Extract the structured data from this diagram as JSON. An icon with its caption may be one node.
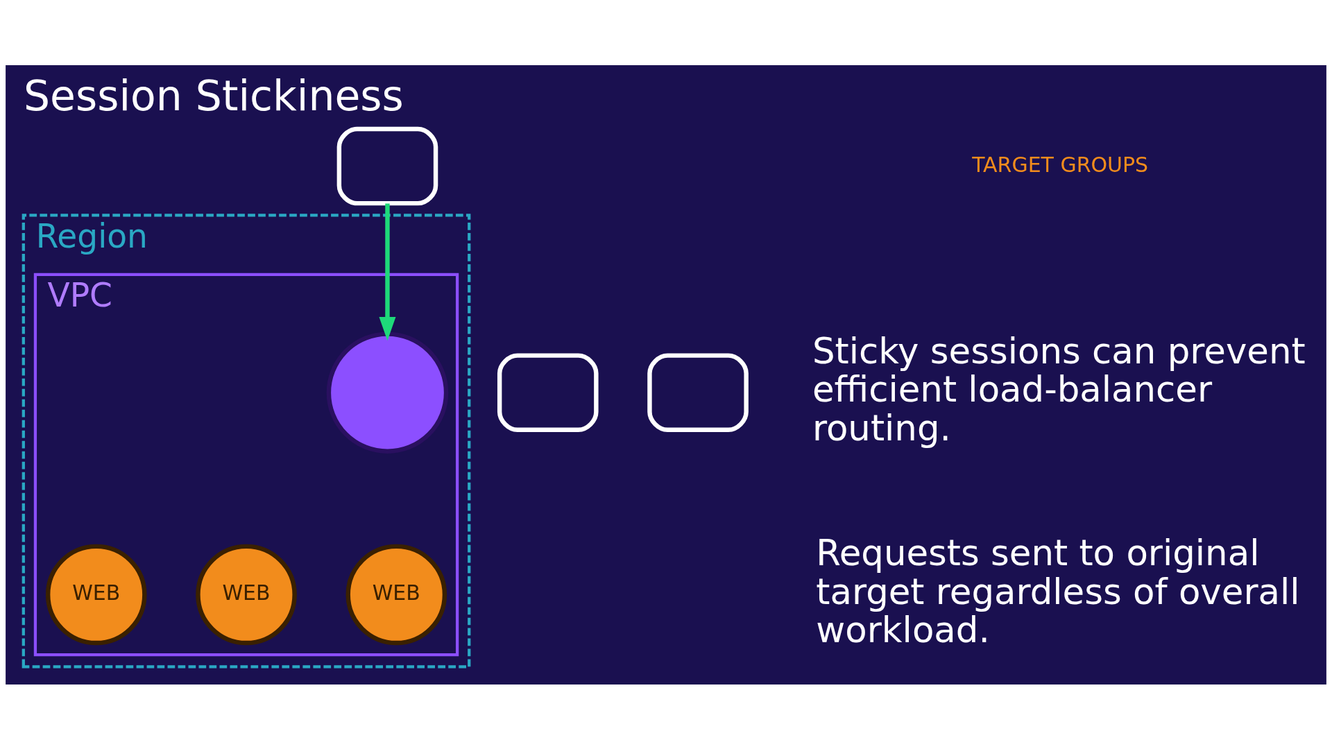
{
  "diagram": {
    "title": "Session Stickiness",
    "nodes": [
      {
        "text": [],
        "shape": "computer"
      },
      {
        "text": [],
        "shape": "computer"
      },
      {
        "text": [],
        "shape": "computer"
      },
      {
        "text": [
          "Region"
        ]
      },
      {
        "text": [
          "VPC"
        ],
        "in": 3
      },
      {
        "text": [],
        "shape": "circle",
        "in": 4
      },
      {
        "text": [
          "WEB"
        ],
        "in": 4
      },
      {
        "text": [
          "WEB"
        ],
        "in": 4
      },
      {
        "text": [
          "WEB"
        ],
        "in": 4
      }
    ],
    "edges": [
      {
        "from": 0,
        "to": 5,
        "arrow": "to",
        "color": "#1ed97a"
      }
    ],
    "labels": [
      "TARGET GROUPS",
      "Sticky sessions can prevent efficient load-balancer routing.",
      "Requests sent to original target regardless of overall workload."
    ]
  }
}
